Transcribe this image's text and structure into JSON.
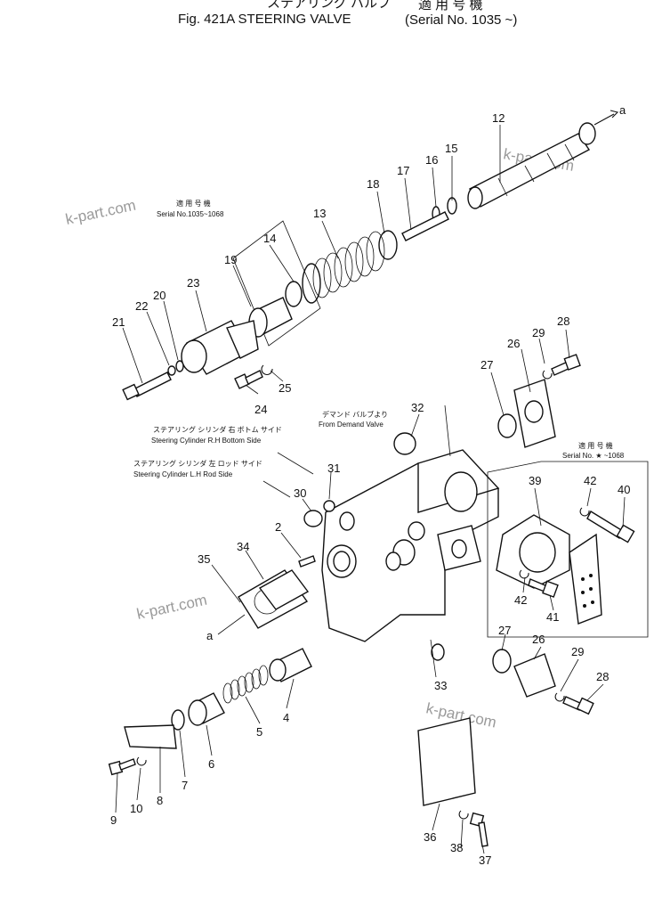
{
  "header": {
    "jp_title": "ステアリング バルブ",
    "title": "Fig. 421A STEERING VALVE",
    "jp_serial": "適 用 号 機",
    "serial": "(Serial No. 1035 ~)"
  },
  "notes": {
    "note1_jp": "適 用 号 機",
    "note1": "Serial No.1035~1068",
    "note2_jp": "適 用 号 機",
    "note2": "Serial No. ★ ~1068",
    "demand_jp": "デマンド バルブより",
    "demand": "From Demand Valve",
    "cyl_rh_jp": "ステアリング シリンダ 右 ボトム サイド",
    "cyl_rh": "Steering Cylinder R.H Bottom Side",
    "cyl_lh_jp": "ステアリング シリンダ 左 ロッド サイド",
    "cyl_lh": "Steering Cylinder L.H Rod Side",
    "arrow_a": "a",
    "ref_a": "a"
  },
  "watermark": "k-part.com",
  "parts": {
    "p2": "2",
    "p4": "4",
    "p5": "5",
    "p6": "6",
    "p7": "7",
    "p8": "8",
    "p9": "9",
    "p10": "10",
    "p12": "12",
    "p13": "13",
    "p14": "14",
    "p15": "15",
    "p16": "16",
    "p17": "17",
    "p18": "18",
    "p19": "19",
    "p20": "20",
    "p21": "21",
    "p22": "22",
    "p23": "23",
    "p24": "24",
    "p25": "25",
    "p26a": "26",
    "p26b": "26",
    "p27a": "27",
    "p27b": "27",
    "p28a": "28",
    "p28b": "28",
    "p29a": "29",
    "p29b": "29",
    "p30": "30",
    "p31": "31",
    "p32": "32",
    "p33": "33",
    "p34": "34",
    "p35": "35",
    "p36": "36",
    "p37": "37",
    "p38": "38",
    "p39": "39",
    "p40": "40",
    "p41": "41",
    "p42a": "42",
    "p42b": "42"
  }
}
